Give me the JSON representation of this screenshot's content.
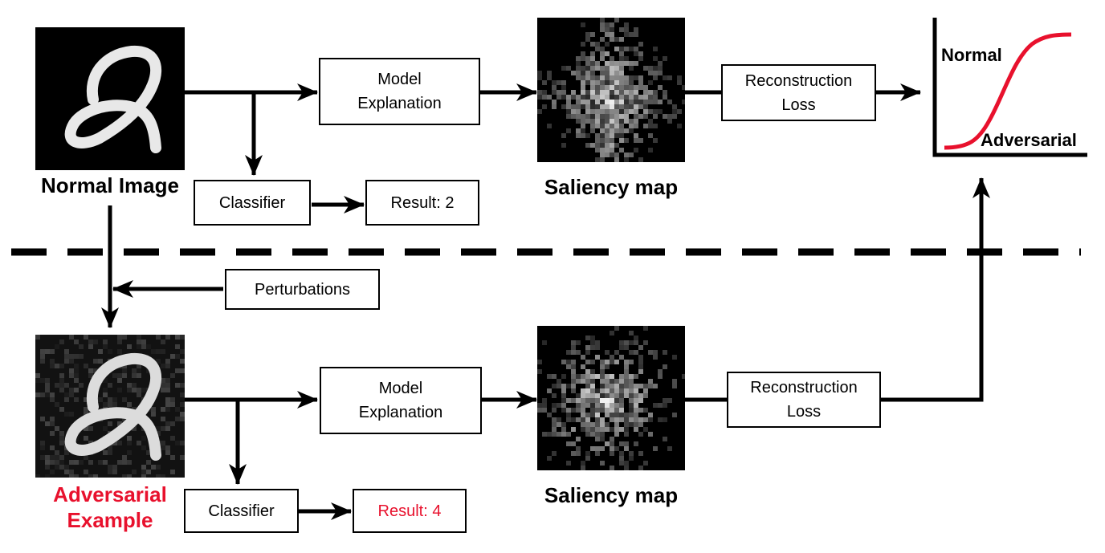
{
  "top": {
    "image_label": "Normal Image",
    "model_explanation": [
      "Model",
      "Explanation"
    ],
    "saliency_label": "Saliency map",
    "reconstruction_loss": [
      "Reconstruction",
      "Loss"
    ],
    "classifier": "Classifier",
    "result": "Result: 2"
  },
  "bottom": {
    "image_label": [
      "Adversarial",
      "Example"
    ],
    "model_explanation": [
      "Model",
      "Explanation"
    ],
    "saliency_label": "Saliency map",
    "reconstruction_loss": [
      "Reconstruction",
      "Loss"
    ],
    "classifier": "Classifier",
    "result": "Result: 4"
  },
  "perturbations": "Perturbations",
  "plot": {
    "upper_label": "Normal",
    "lower_label": "Adversarial",
    "curve_color": "#e8112d"
  },
  "colors": {
    "adversarial_text": "#e8112d",
    "line": "#000000"
  }
}
